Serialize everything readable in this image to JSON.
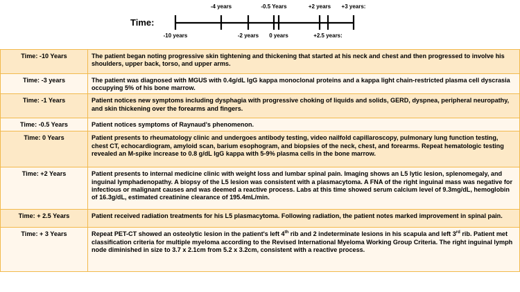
{
  "timeline": {
    "title": "Time:",
    "ticks": [
      {
        "label": "-10 years",
        "position": "below"
      },
      {
        "label": "-4 years",
        "position": "above"
      },
      {
        "label": "-2 years",
        "position": "below"
      },
      {
        "label": "-0.5 Years",
        "position": "above"
      },
      {
        "label": "0 years",
        "position": "below"
      },
      {
        "label": "+2 years",
        "position": "above"
      },
      {
        "label": "+2.5 years:",
        "position": "below"
      },
      {
        "label": "+3 years:",
        "position": "above"
      }
    ]
  },
  "events": [
    {
      "time": "Time: -10 Years",
      "description": "The patient began noting progressive skin tightening and thickening that started at his neck and chest and then progressed to involve his shoulders, upper back, torso, and upper arms."
    },
    {
      "time": "Time: -3 years",
      "description": "The patient was diagnosed with MGUS with 0.4g/dL IgG kappa monoclonal proteins and a kappa light chain-restricted plasma cell dyscrasia occupying 5% of his bone marrow."
    },
    {
      "time": "Time: -1 Years",
      "description": "Patient notices new symptoms including dysphagia with progressive choking of liquids and solids, GERD, dyspnea, peripheral neuropathy, and skin thickening over the forearms and fingers."
    },
    {
      "time": "Time: -0.5 Years",
      "description": "Patient notices symptoms of Raynaud's phenomenon."
    },
    {
      "time": "Time: 0 Years",
      "description": "Patient presents to rheumatology clinic and undergoes antibody testing, video nailfold capillaroscopy, pulmonary lung function testing, chest CT, echocardiogram, amyloid scan, barium esophogram, and biopsies of the neck, chest, and forearms. Repeat hematologic testing revealed an M-spike increase to 0.8 g/dL IgG kappa with 5-9% plasma cells in the bone marrow."
    },
    {
      "time": "Time: +2 Years",
      "description": "Patient presents to internal medicine clinic with weight loss and lumbar spinal pain. Imaging shows an L5 lytic lesion, splenomegaly, and inguinal lymphadenopathy. A biopsy of the L5 lesion was consistent with a plasmacytoma. A FNA of the right inguinal mass was negative for infectious or malignant causes and was deemed a reactive process. Labs at this time showed serum calcium level of 9.3mg/dL, hemoglobin of 16.3g/dL, estimated creatinine clearance of 195.4mL/min."
    },
    {
      "time": "Time: + 2.5 Years",
      "description": "Patient received radiation treatments for his L5 plasmacytoma. Following radiation, the patient notes marked improvement in spinal pain."
    },
    {
      "time": "Time: + 3 Years",
      "desc_parts": [
        "Repeat PET-CT showed an osteolytic lesion in the patient's left 4",
        "th",
        " rib and 2 indeterminate lesions in his scapula and left 3",
        "rd",
        " rib. Patient met classification criteria for multiple myeloma according to the Revised International Myeloma Working Group Criteria. The right inguinal lymph node diminished in size to 3.7 x 2.1cm from 5.2 x 3.2cm, consistent with a reactive process."
      ]
    }
  ]
}
